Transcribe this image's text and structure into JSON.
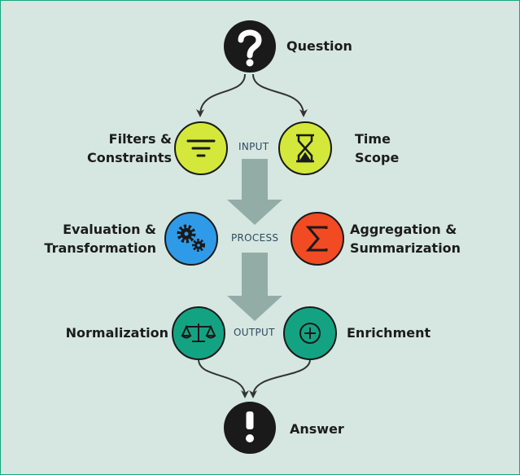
{
  "nodes": {
    "question": {
      "label": "Question"
    },
    "filters": {
      "label_lines": [
        "Filters &",
        "Constraints"
      ]
    },
    "time_scope": {
      "label_lines": [
        "Time",
        "Scope"
      ]
    },
    "evaluation": {
      "label_lines": [
        "Evaluation &",
        "Transformation"
      ]
    },
    "aggregation": {
      "label_lines": [
        "Aggregation &",
        "Summarization"
      ]
    },
    "normalization": {
      "label": "Normalization"
    },
    "enrichment": {
      "label": "Enrichment"
    },
    "answer": {
      "label": "Answer"
    }
  },
  "stages": {
    "input": "INPUT",
    "process": "PROCESS",
    "output": "OUTPUT"
  },
  "colors": {
    "background": "#d5e7e0",
    "border": "#14a87f",
    "black_node": "#1a1a1a",
    "input_node": "#d3e83a",
    "evaluation_node": "#2f9be8",
    "aggregation_node": "#f24a22",
    "output_node": "#14a382",
    "flow_arrow": "#93ada6"
  },
  "icons": {
    "question": "question-mark-icon",
    "filters": "filter-icon",
    "time_scope": "hourglass-icon",
    "evaluation": "gears-icon",
    "aggregation": "sigma-icon",
    "normalization": "balance-scale-icon",
    "enrichment": "circled-plus-icon",
    "answer": "exclamation-icon"
  }
}
